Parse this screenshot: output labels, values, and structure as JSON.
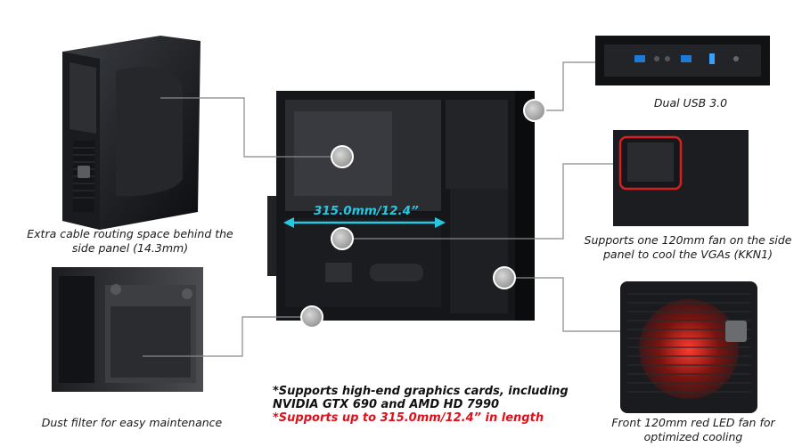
{
  "captions": {
    "dual_usb": "Dual USB 3.0",
    "cable_routing": "Extra cable routing space behind the side panel (14.3mm)",
    "side_fan": "Supports one 120mm fan on the side panel to cool the VGAs (KKN1)",
    "dust_filter": "Dust filter for easy maintenance",
    "front_fan": "Front 120mm red LED fan for optimized cooling"
  },
  "dimension_label": "315.0mm/12.4”",
  "note": {
    "line1": "*Supports high-end graphics cards, including",
    "line2": "NVIDIA GTX 690 and AMD HD 7990",
    "line3": "*Supports up to 315.0mm/12.4” in length"
  },
  "colors": {
    "accent_cyan": "#25c8e0",
    "highlight_red": "#e0101a",
    "connector_gray": "#888888"
  }
}
